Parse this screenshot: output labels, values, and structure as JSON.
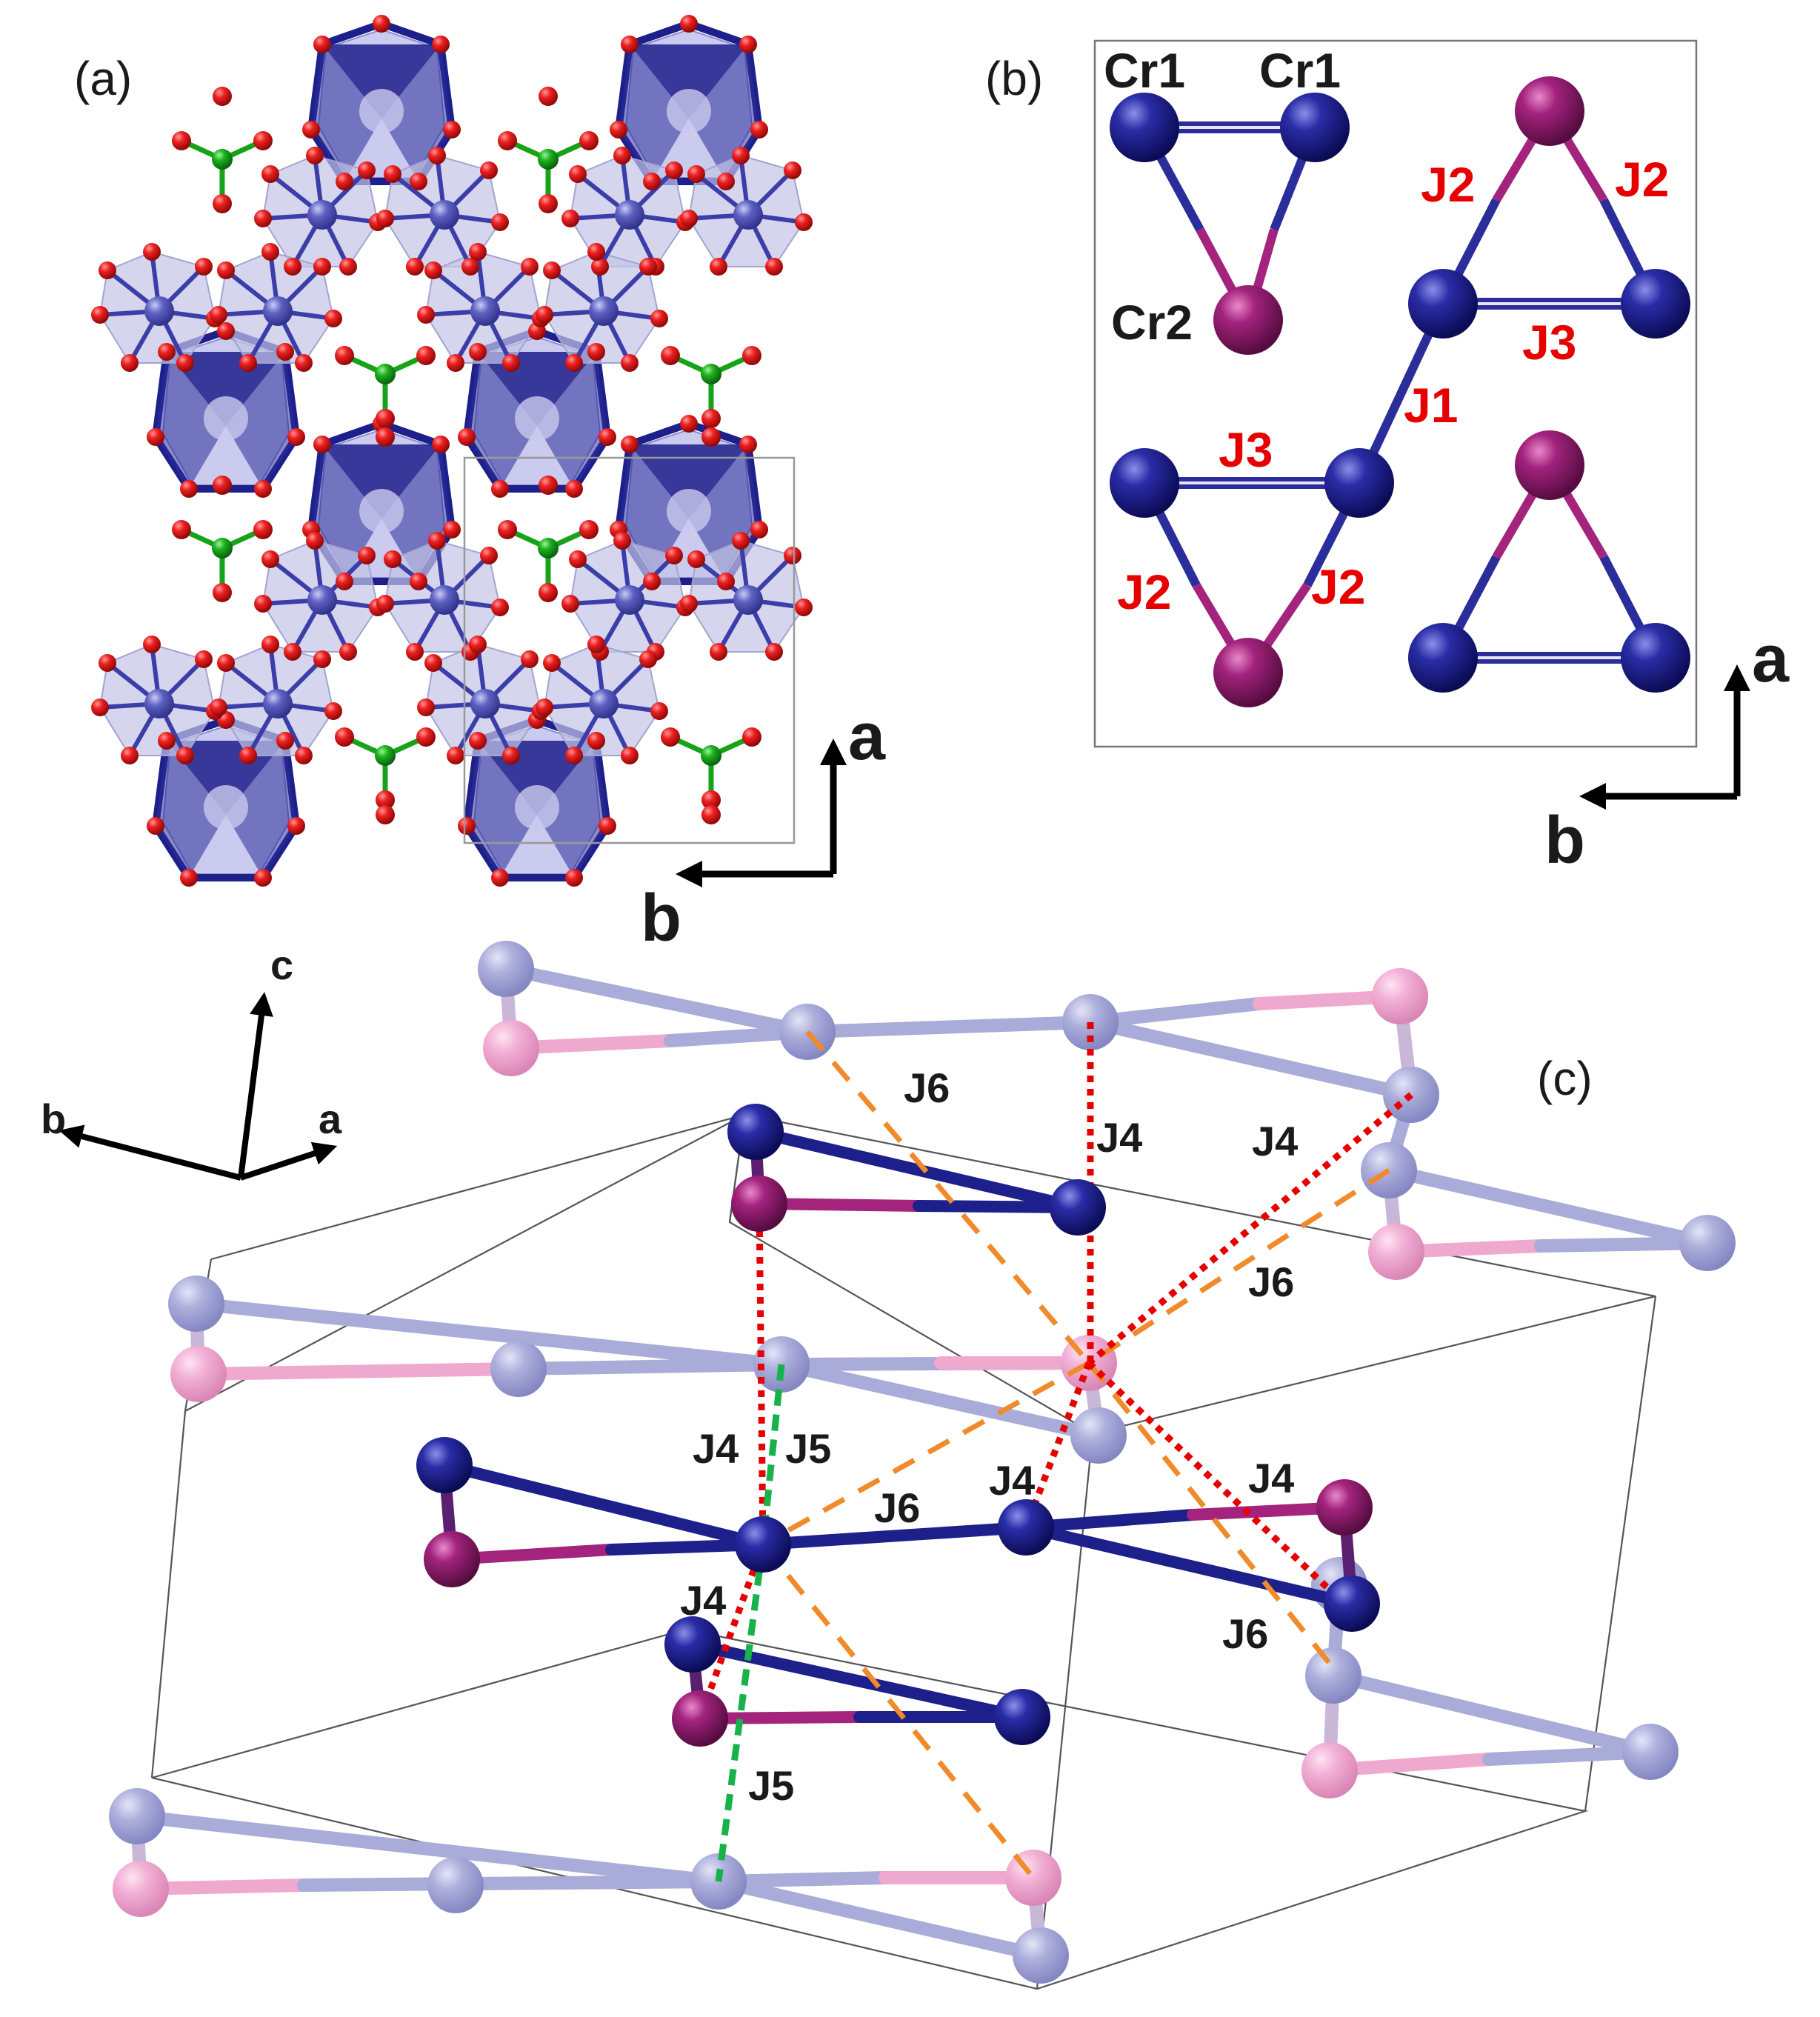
{
  "panels": {
    "a": "(a)",
    "b": "(b)",
    "c": "(c)"
  },
  "axes_ab": {
    "a": "a",
    "b": "b"
  },
  "axes_abc": {
    "a": "a",
    "b": "b",
    "c": "c"
  },
  "atoms": {
    "cr1": "Cr1",
    "cr2": "Cr2"
  },
  "couplings": {
    "j1": "J1",
    "j2": "J2",
    "j3": "J3",
    "j4": "J4",
    "j5": "J5",
    "j6": "J6"
  },
  "colors": {
    "cr1": "#1d1f8a",
    "cr2": "#a3237d",
    "cr1_faded": "#a9abd8",
    "cr2_faded": "#efa9cf",
    "oxygen": "#e81c1c",
    "boron": "#16a318",
    "j4_line": "#e60000",
    "j5_line": "#17b34a",
    "j6_line": "#f08a2a",
    "label_red": "#e60000"
  }
}
